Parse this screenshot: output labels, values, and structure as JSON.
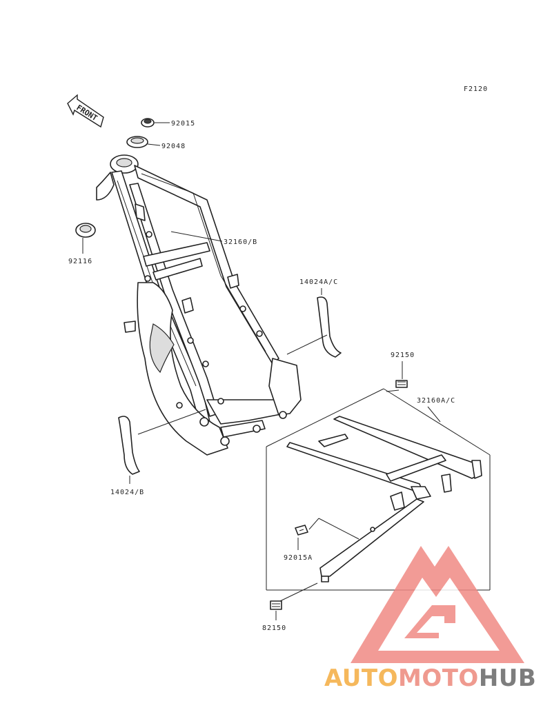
{
  "diagram": {
    "figure_code": "F2120",
    "direction_label": "FRONT",
    "callouts": {
      "p92015": "92015",
      "p92048": "92048",
      "p92116": "92116",
      "p32160b": "32160/B",
      "p14024ac": "14024A/C",
      "p92150": "92150",
      "p32160ac": "32160A/C",
      "p14024b": "14024/B",
      "p92015a": "92015A",
      "p82150": "82150"
    }
  },
  "watermark": {
    "part1": "AUTO",
    "part2": "MOTO",
    "part3": "HUB",
    "colors": {
      "auto": "#f5b85c",
      "moto": "#ef9a8f",
      "hub": "#7d7d7d",
      "logo": "#f08a84"
    }
  }
}
